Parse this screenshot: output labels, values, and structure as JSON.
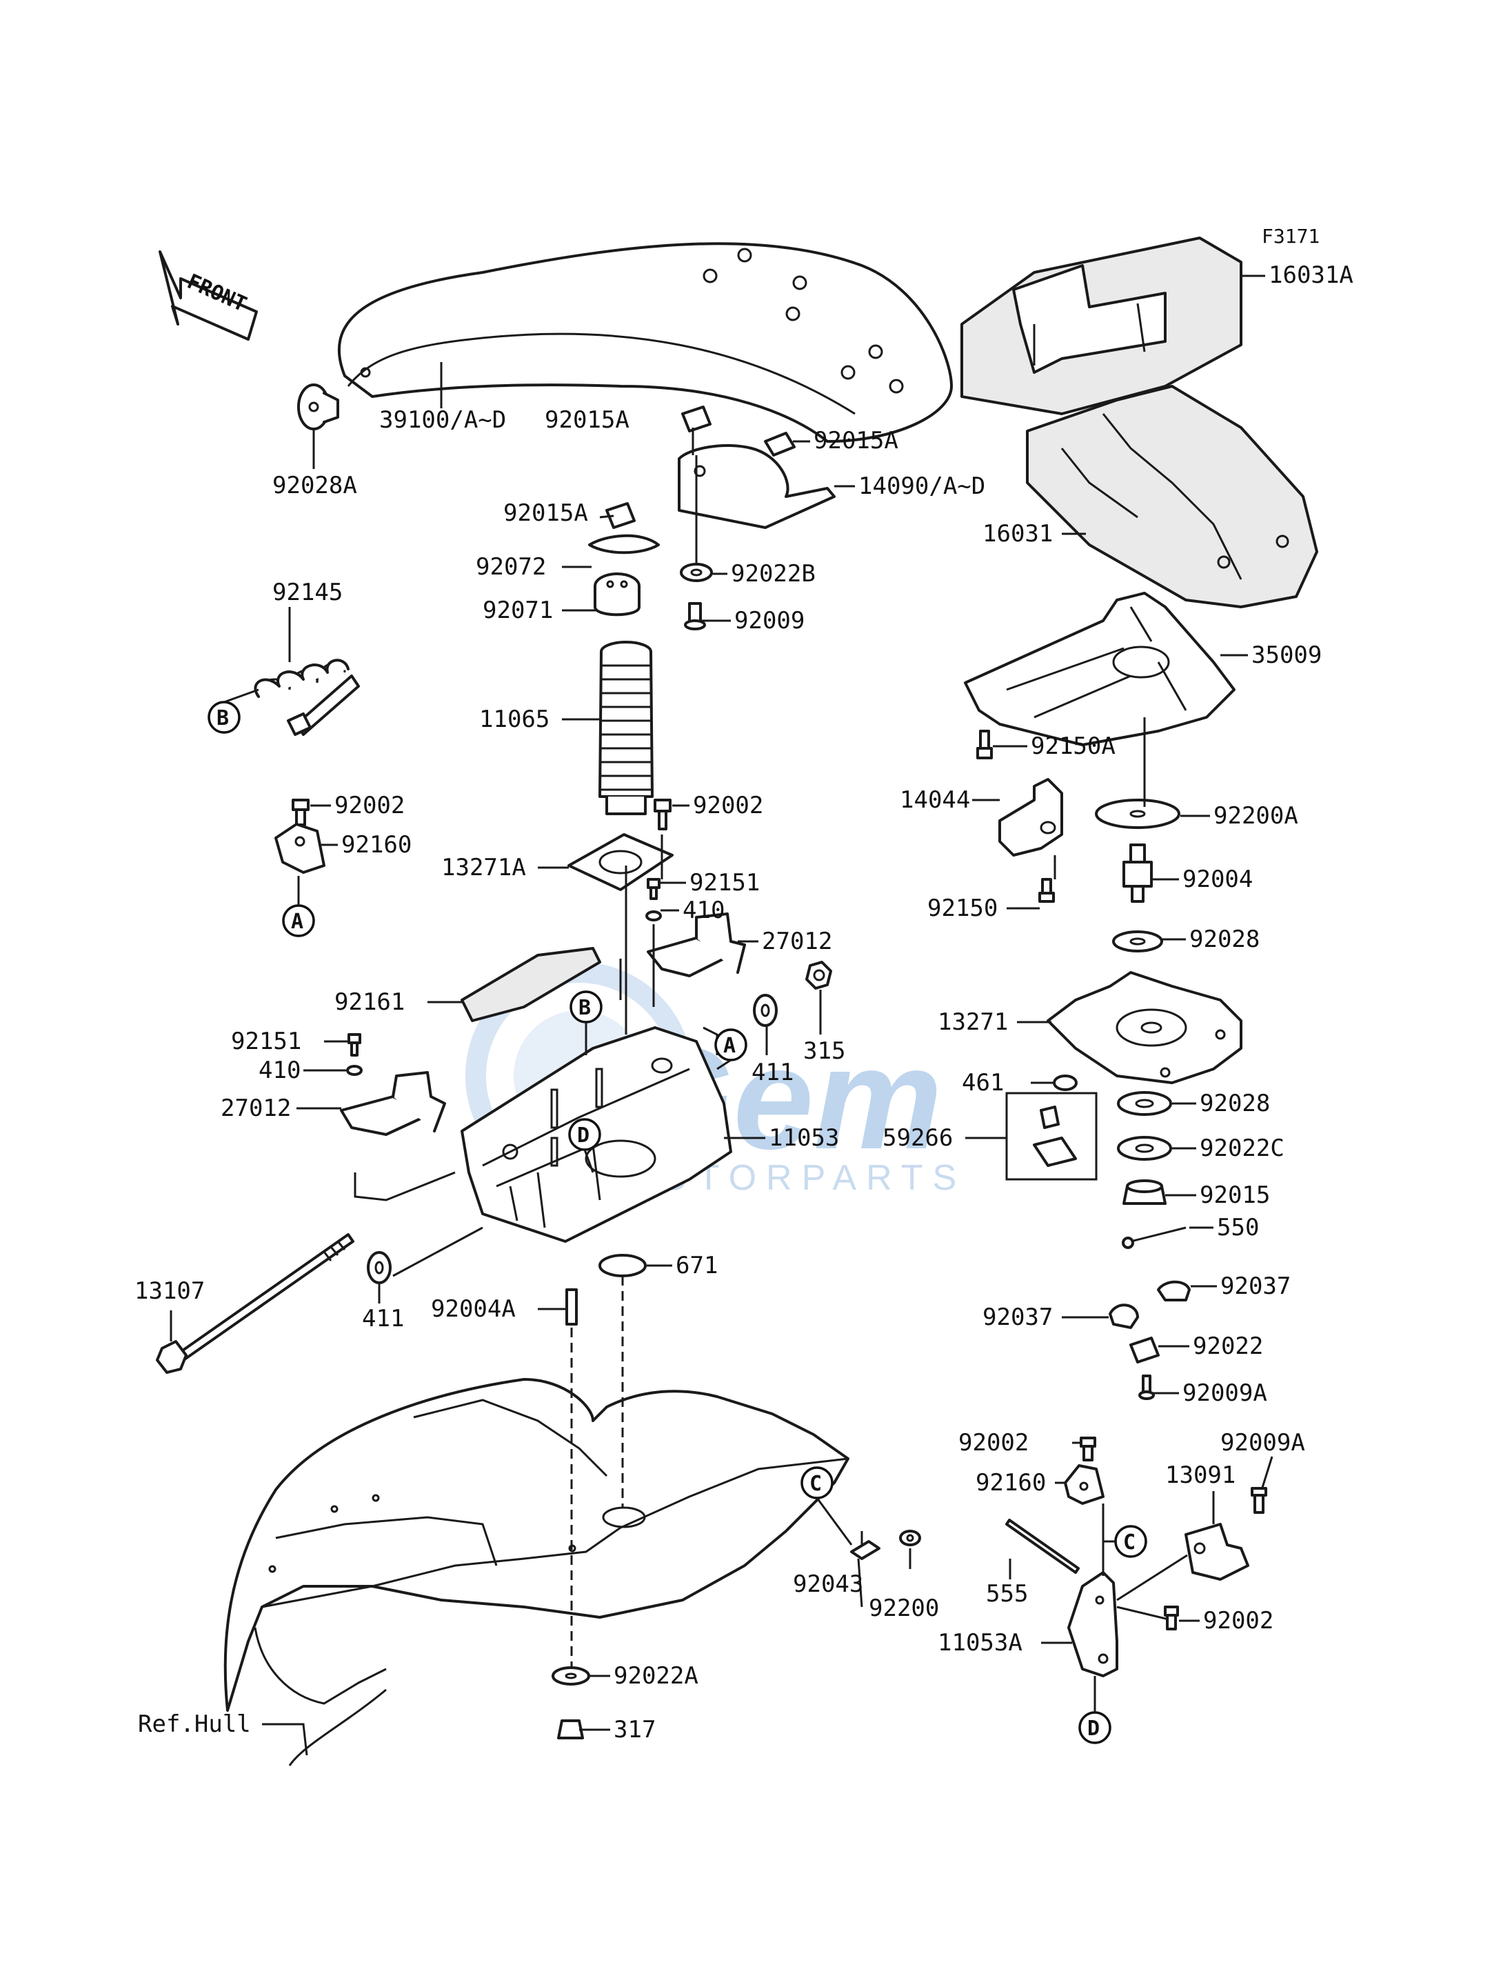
{
  "figure_code": "F3171",
  "front_label": "FRONT",
  "watermark": {
    "brand": "Gem",
    "sub": "MOTORPARTS"
  },
  "ref_hull_label": "Ref.Hull",
  "callouts": {
    "p16031A": "16031A",
    "p39100": "39100/A~D",
    "p92028A": "92028A",
    "p92015A_1": "92015A",
    "p92015A_2": "92015A",
    "p92015A_3": "92015A",
    "p14090": "14090/A~D",
    "p16031": "16031",
    "p92072": "92072",
    "p92022B": "92022B",
    "p92071": "92071",
    "p92009": "92009",
    "p92145": "92145",
    "p35009": "35009",
    "p11065": "11065",
    "p92150A": "92150A",
    "p92002_1": "92002",
    "p92002_2": "92002",
    "p14044": "14044",
    "p92200A": "92200A",
    "p92160_1": "92160",
    "p13271A": "13271A",
    "p92151_1": "92151",
    "p92004": "92004",
    "p410_1": "410",
    "p92150": "92150",
    "p27012_1": "27012",
    "p92028_1": "92028",
    "p92161": "92161",
    "p13271": "13271",
    "p315": "315",
    "p92151_2": "92151",
    "p411_1": "411",
    "p410_2": "410",
    "p461": "461",
    "p27012_2": "27012",
    "p92028_2": "92028",
    "p11053": "11053",
    "p59266": "59266",
    "p92022C": "92022C",
    "p92015": "92015",
    "p550": "550",
    "p671": "671",
    "p13107": "13107",
    "p411_2": "411",
    "p92004A": "92004A",
    "p92037_1": "92037",
    "p92037_2": "92037",
    "p92022": "92022",
    "p92009A_1": "92009A",
    "p92002_3": "92002",
    "p92009A_2": "92009A",
    "p92160_2": "92160",
    "p13091": "13091",
    "p92043": "92043",
    "p92200": "92200",
    "p555": "555",
    "p92002_4": "92002",
    "p11053A": "11053A",
    "p92022A": "92022A",
    "p317": "317"
  },
  "ref_markers": {
    "refB_left": "B",
    "refA_left": "A",
    "refB_mid": "B",
    "refA_mid": "A",
    "refD_mid": "D",
    "refC_right": "C",
    "refC_low": "C",
    "refD_low": "D"
  }
}
